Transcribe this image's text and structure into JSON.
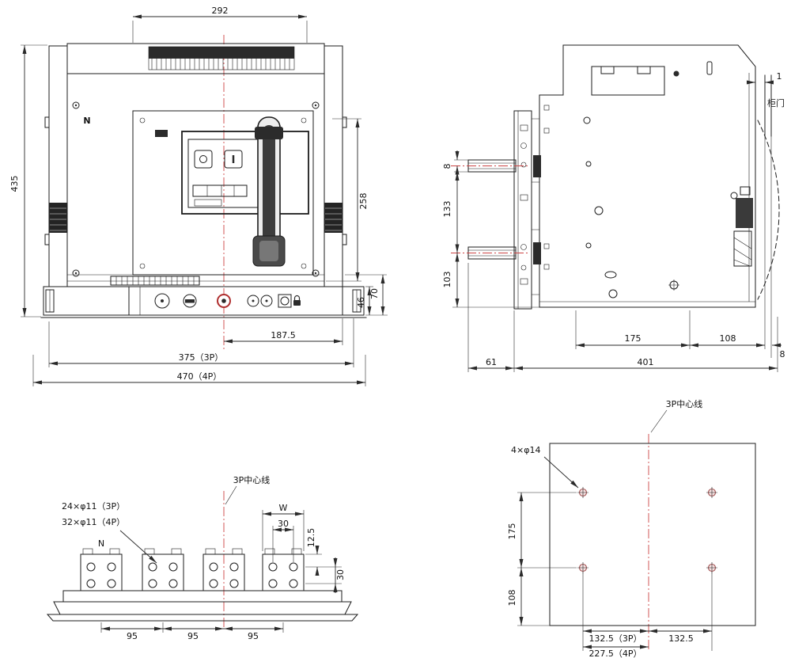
{
  "colors": {
    "line": "#1c1c1c",
    "centerline_red": "#cc4444",
    "mount_hole": "#a85a5a"
  },
  "views": {
    "front": {
      "dims": {
        "top_width": "292",
        "overall_height": "435",
        "panel_height": "258",
        "h70": "70",
        "h46": "46",
        "offset_187_5": "187.5",
        "width_3p": "375（3P）",
        "width_4p": "470（4P）"
      },
      "labels": {
        "neutral": "N"
      }
    },
    "side": {
      "dims": {
        "door_gap": "1",
        "bar_thickness": "8",
        "bar_spacing": "133",
        "bar_to_bottom": "103",
        "depth_175": "175",
        "depth_108": "108",
        "door_thickness": "8",
        "bar_protrusion": "61",
        "total_depth": "401"
      },
      "labels": {
        "door": "柜门"
      }
    },
    "terminal": {
      "dims": {
        "w": "W",
        "hole_pitch_h": "30",
        "edge_offset": "12.5",
        "hole_pitch_v": "30",
        "pole_pitch_1": "95",
        "pole_pitch_2": "95",
        "pole_pitch_3": "95"
      },
      "labels": {
        "holes_3p": "24×φ11（3P）",
        "holes_4p": "32×φ11（4P）",
        "neutral": "N",
        "centerline": "3P中心线"
      }
    },
    "mounting": {
      "dims": {
        "v175": "175",
        "v108": "108",
        "h132_3p": "132.5（3P）",
        "h132": "132.5",
        "h227_4p": "227.5（4P）"
      },
      "labels": {
        "holes": "4×φ14",
        "centerline": "3P中心线"
      }
    }
  }
}
